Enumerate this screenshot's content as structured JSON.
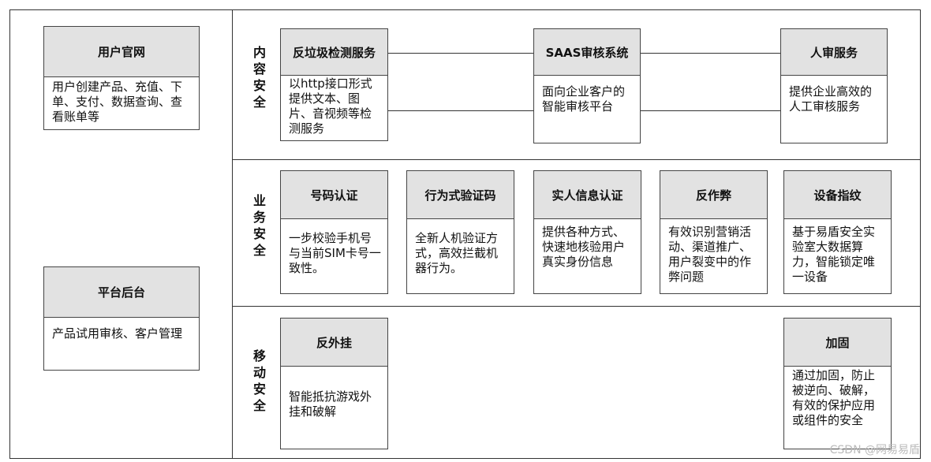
{
  "left_panel": {
    "portal": {
      "title": "用户官网",
      "desc": "用户创建产品、充值、下单、支付、数据查询、查看账单等"
    },
    "backend": {
      "title": "平台后台",
      "desc": "产品试用审核、客户管理"
    }
  },
  "sections": {
    "content_security": {
      "label": "内容安全",
      "cards": [
        {
          "title": "反垃圾检测服务",
          "desc": "以http接口形式提供文本、图片、音视频等检测服务"
        },
        {
          "title": "SAAS审核系统",
          "desc": "面向企业客户的智能审核平台"
        },
        {
          "title": "人审服务",
          "desc": "提供企业高效的人工审核服务"
        }
      ]
    },
    "business_security": {
      "label": "业务安全",
      "cards": [
        {
          "title": "号码认证",
          "desc": "一步校验手机号与当前SIM卡号一致性。"
        },
        {
          "title": "行为式验证码",
          "desc": "全新人机验证方式，高效拦截机器行为。"
        },
        {
          "title": "实人信息认证",
          "desc": "提供各种方式、快速地核验用户真实身份信息"
        },
        {
          "title": "反作弊",
          "desc": "有效识别营销活动、渠道推广、用户裂变中的作弊问题"
        },
        {
          "title": "设备指纹",
          "desc": "基于易盾安全实验室大数据算力，智能锁定唯一设备"
        }
      ]
    },
    "mobile_security": {
      "label": "移动安全",
      "cards": [
        {
          "title": "反外挂",
          "desc": "智能抵抗游戏外挂和破解"
        },
        {
          "title": "加固",
          "desc": "通过加固，防止被逆向、破解，有效的保护应用或组件的安全"
        }
      ]
    }
  },
  "watermark": "CSDN @网易易盾"
}
